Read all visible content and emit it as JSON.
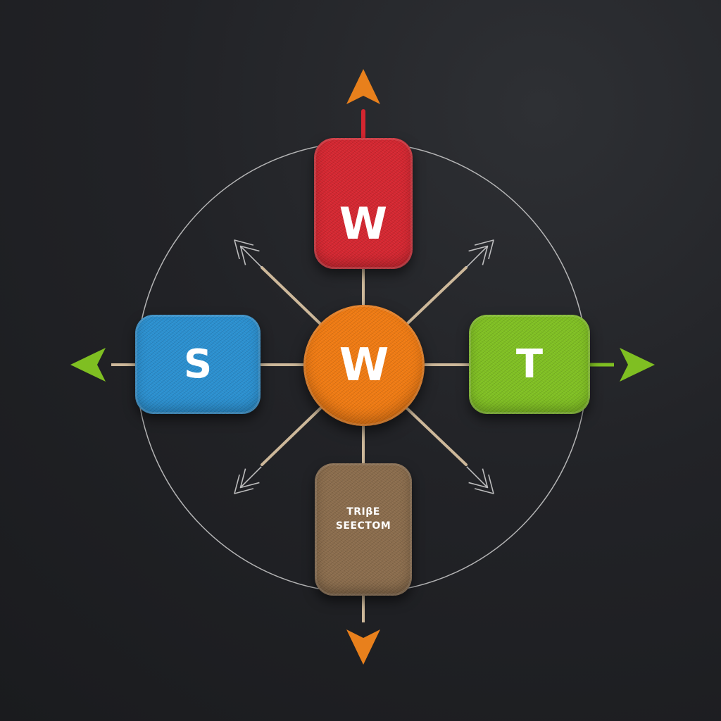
{
  "diagram": {
    "top_node": {
      "label": "W",
      "color": "#d42630"
    },
    "left_node": {
      "label": "S",
      "color": "#2a8fcf"
    },
    "center_node": {
      "label": "W",
      "color": "#ef7a12"
    },
    "right_node": {
      "label": "T",
      "color": "#7fbf22"
    },
    "bottom_node": {
      "label_line1": "TRIβE",
      "label_line2": "SEECTOM",
      "color": "#8a6c4c"
    },
    "arrow_colors": {
      "vertical": "#e8801c",
      "horizontal": "#7fbf22"
    },
    "line_color": "#cdb89a",
    "circle_color": "#d8d8d8",
    "icons": [
      "arrow-up-icon",
      "arrow-down-icon",
      "arrow-left-icon",
      "arrow-right-icon",
      "diagonal-arrow-icon"
    ]
  }
}
